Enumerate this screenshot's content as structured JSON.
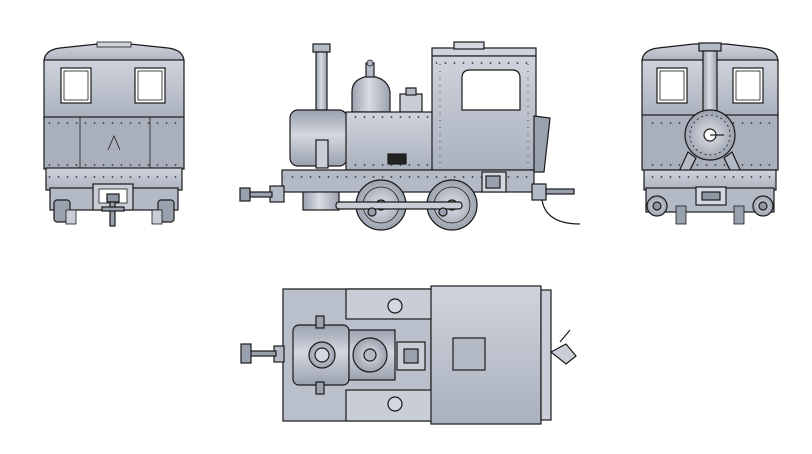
{
  "drawing": {
    "subject": "",
    "views": [
      "rear-view",
      "side-view",
      "front-view",
      "top-view"
    ]
  },
  "colors": {
    "body": "#b9bfcb",
    "body_light": "#d3d7df",
    "body_dark": "#8f96a3",
    "line": "#1a1a1a",
    "window": "#ffffff",
    "background": "#ffffff"
  }
}
